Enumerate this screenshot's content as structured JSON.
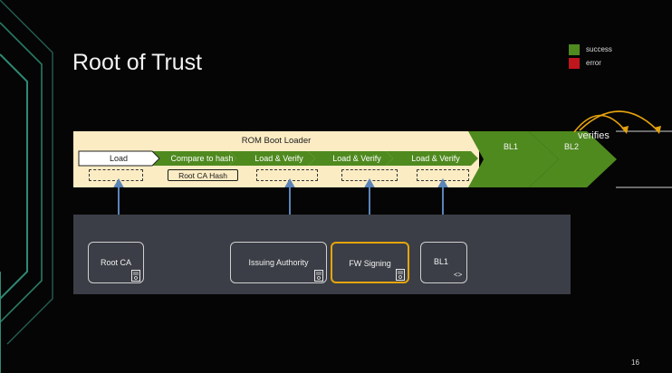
{
  "slide": {
    "title": "Root of Trust",
    "page_number": "16"
  },
  "legend": {
    "items": [
      {
        "label": "success",
        "color": "#4f8a1f"
      },
      {
        "label": "error",
        "color": "#c0161d"
      }
    ]
  },
  "rom_boot_loader": {
    "title": "ROM Boot Loader",
    "background_color": "#fbecc4",
    "stages": [
      {
        "label": "Load",
        "status": "pending"
      },
      {
        "label": "Compare to hash",
        "status": "success"
      },
      {
        "label": "Load & Verify",
        "status": "success"
      },
      {
        "label": "Load & Verify",
        "status": "success"
      },
      {
        "label": "Load & Verify",
        "status": "success"
      }
    ],
    "hash_label": "Root CA  Hash"
  },
  "boot_chain": [
    {
      "label": "BL1",
      "status": "success"
    },
    {
      "label": "BL2",
      "status": "success"
    }
  ],
  "verifies_label": "verifies",
  "trust_sources": [
    {
      "label": "Root CA",
      "icon": "certificate-icon"
    },
    {
      "label": "Issuing Authority",
      "icon": "certificate-icon"
    },
    {
      "label": "FW Signing",
      "icon": "certificate-icon",
      "highlight_color": "#e5a50d"
    },
    {
      "label": "BL1",
      "icon": "code-icon",
      "icon_text": "<>"
    }
  ],
  "colors": {
    "success_green": "#4f8a1f",
    "arrow_blue": "#5b84b8",
    "verifies_arc": "#e5a20e",
    "panel": "#3b3e46"
  }
}
